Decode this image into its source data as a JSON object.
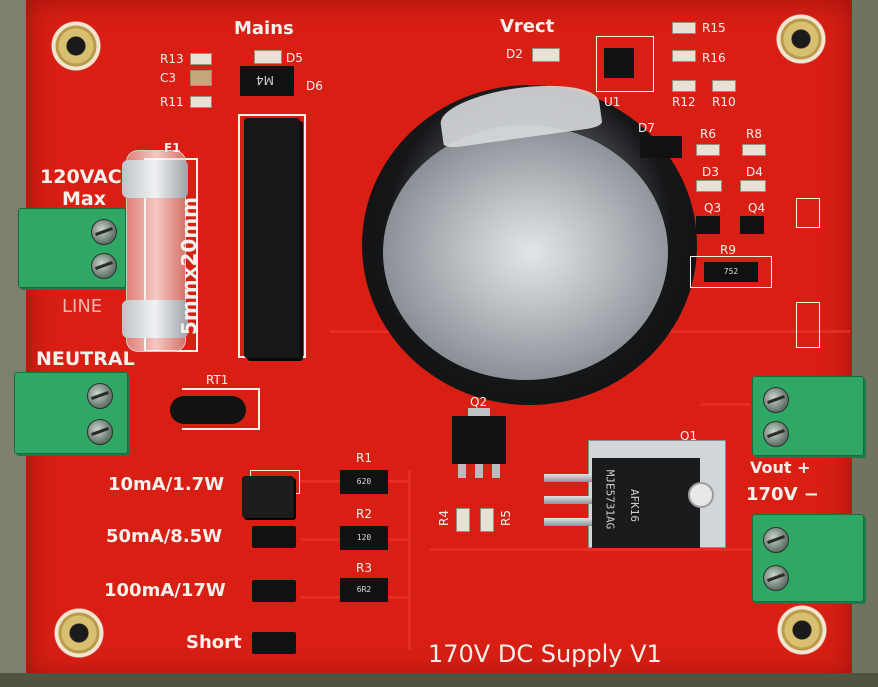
{
  "board": {
    "title": "170V DC Supply V1",
    "input": {
      "voltage_line1": "120VAC",
      "voltage_line2": "Max",
      "line_label": "LINE",
      "neutral_label": "NEUTRAL"
    },
    "fuse": {
      "ref": "F1",
      "size_label": "5mmx20mm"
    },
    "sections": {
      "mains": "Mains",
      "vrect": "Vrect"
    },
    "load_selector": [
      {
        "label": "10mA/1.7W",
        "resistor": "R1",
        "code": "620"
      },
      {
        "label": "50mA/8.5W",
        "resistor": "R2",
        "code": "120"
      },
      {
        "label": "100mA/17W",
        "resistor": "R3",
        "code": "6R2"
      },
      {
        "label": "Short",
        "resistor": "",
        "code": ""
      }
    ],
    "output": {
      "line1": "Vout +",
      "line2": "170V −"
    },
    "refs": {
      "rt1": "RT1",
      "q1": "Q1",
      "q2": "Q2",
      "q3": "Q3",
      "q4": "Q4",
      "r4": "R4",
      "r5": "R5",
      "r6": "R6",
      "r8": "R8",
      "r9": "R9",
      "r10": "R10",
      "r11": "R11",
      "r12": "R12",
      "r13": "R13",
      "r15": "R15",
      "r16": "R16",
      "c3": "C3",
      "d2": "D2",
      "d3": "D3",
      "d4": "D4",
      "d5": "D5",
      "d6": "D6",
      "d7": "D7",
      "u1": "U1"
    },
    "markings": {
      "q1_part": "MJE5731AG",
      "q1_code": "AFK16",
      "r9_code": "752",
      "diode_marking": "M4"
    }
  }
}
